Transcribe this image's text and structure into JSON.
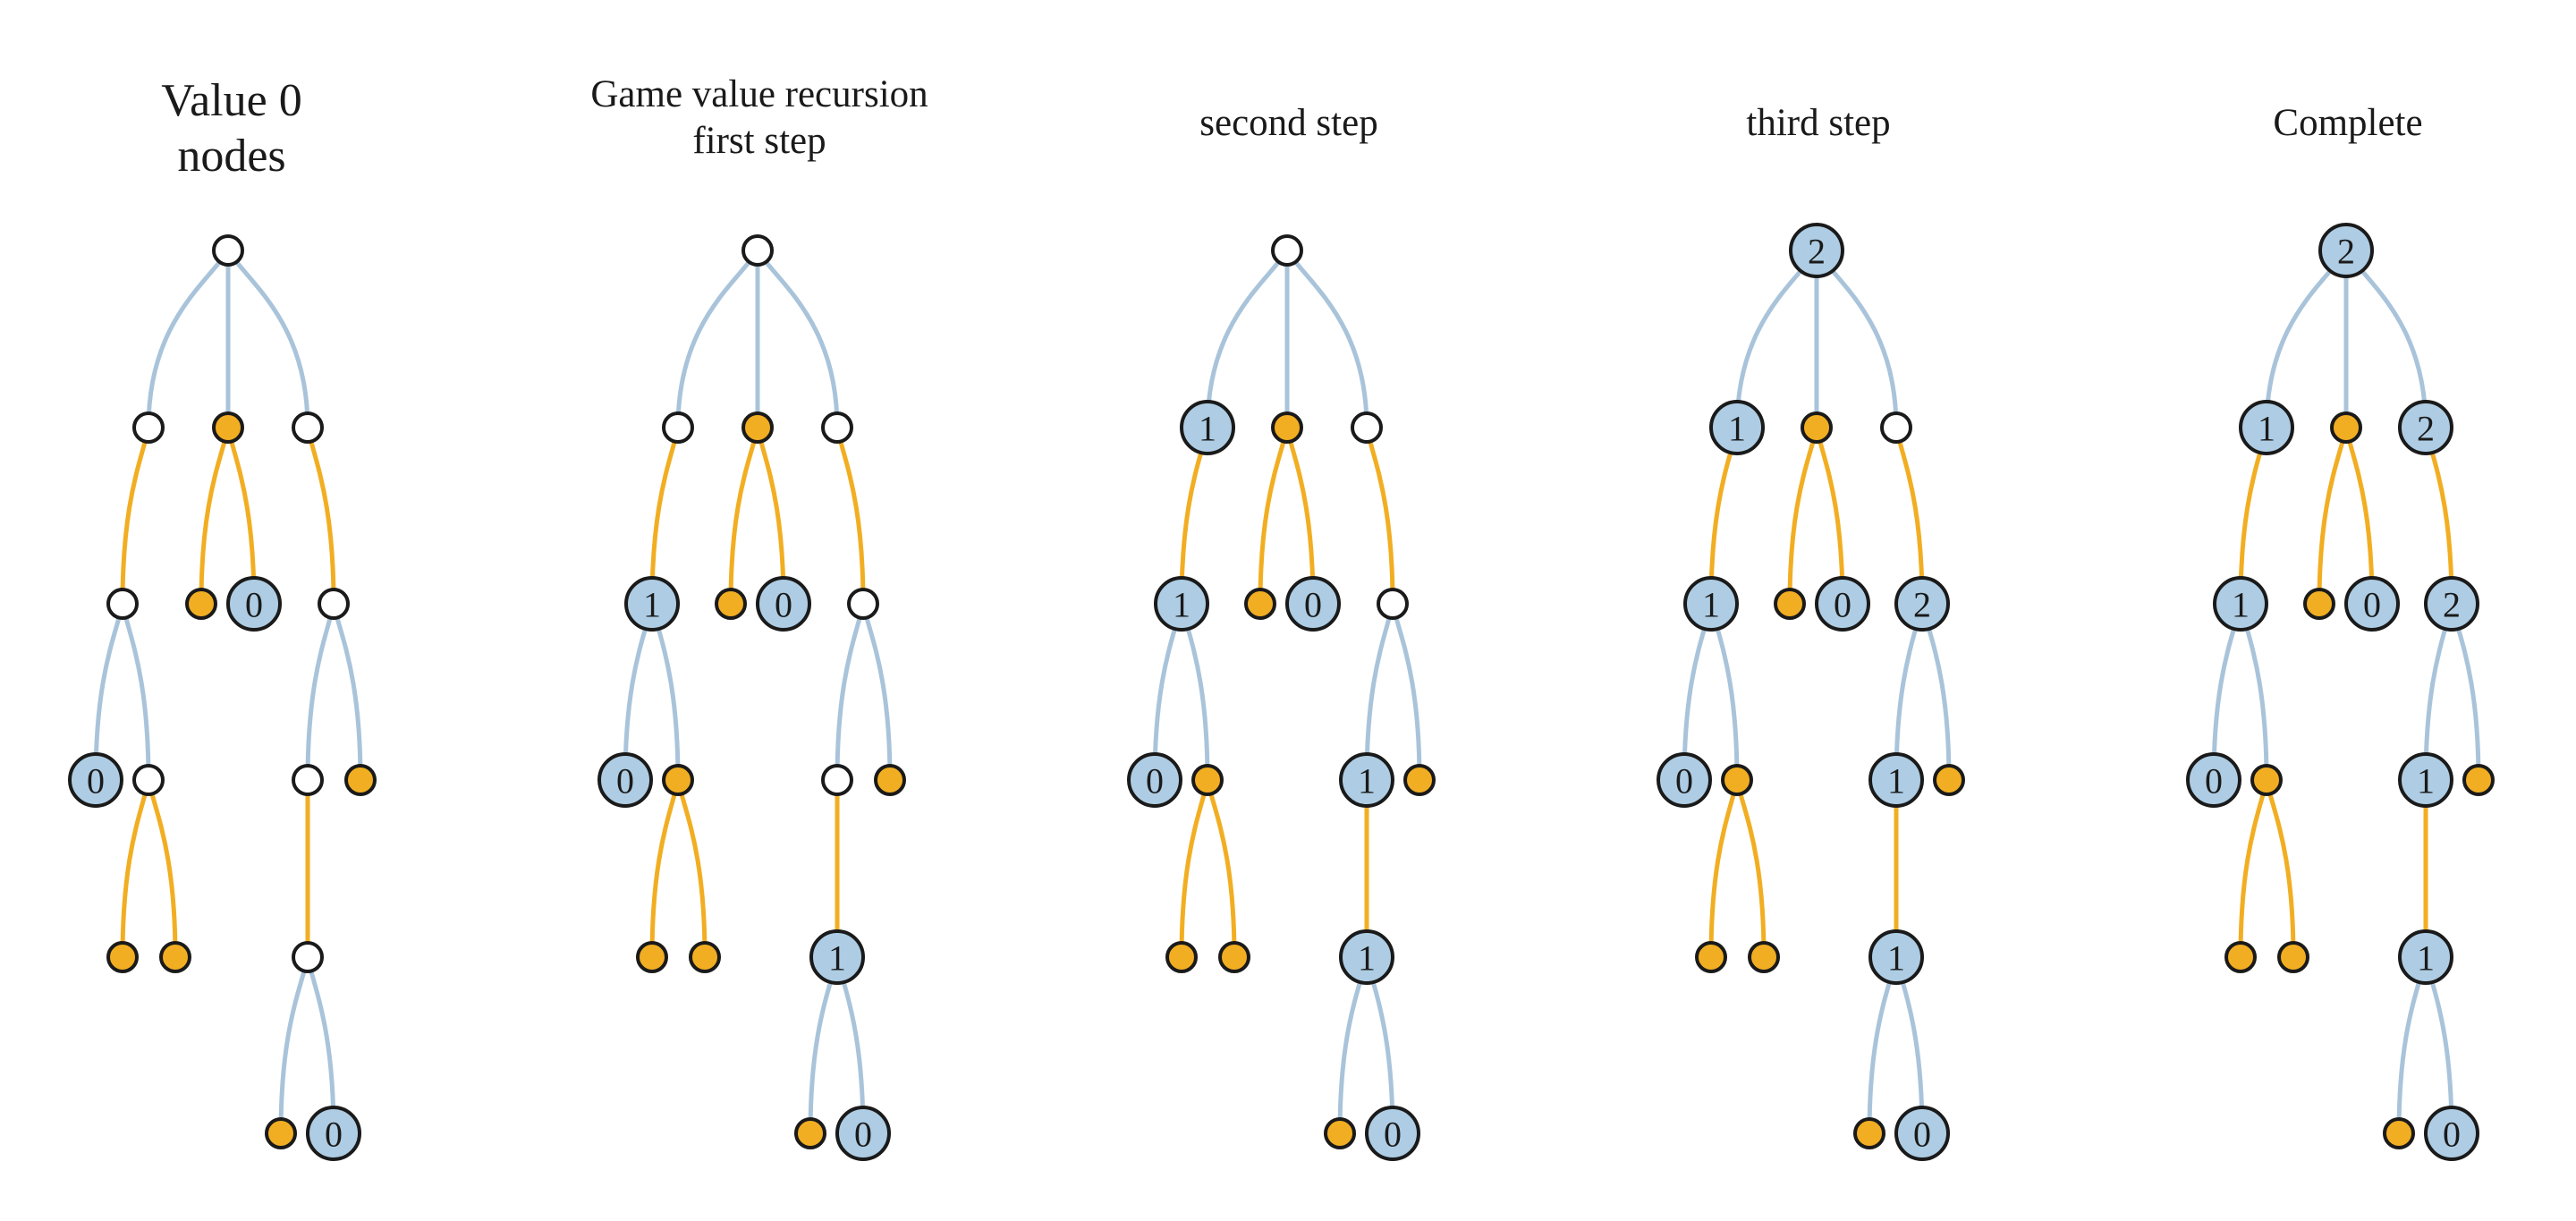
{
  "colors": {
    "blue_edge": "#a9c4da",
    "orange": "#f2ae22",
    "blue_fill": "#aecde4",
    "white_fill": "#ffffff",
    "stroke": "#1a1a1a"
  },
  "panels": [
    {
      "id": "value-0-nodes",
      "title_lines": [
        "Value 0",
        "nodes"
      ],
      "labels": {
        "a": "",
        "b": "",
        "d": "",
        "e": "",
        "f": "",
        "g": "",
        "h": "",
        "i": "",
        "j": "",
        "k": "",
        "l": "",
        "m": "",
        "n": "",
        "o": "",
        "p": "",
        "q": "",
        "r": ""
      },
      "kinds": {
        "a": "open",
        "b": "open",
        "c": "orange",
        "d": "open",
        "e": "open",
        "f": "orange",
        "g": "blue",
        "h": "open",
        "i": "blue",
        "j": "open",
        "k": "open",
        "l": "orange",
        "m": "orange",
        "n": "orange",
        "o": "open",
        "p": "orange",
        "q": "blue"
      },
      "node_text": {
        "g": "0",
        "i": "0",
        "q": "0"
      }
    },
    {
      "id": "first-step",
      "title_lines": [
        "Game value recursion",
        "first step"
      ],
      "kinds": {
        "a": "open",
        "b": "open",
        "c": "orange",
        "d": "open",
        "e": "blue",
        "f": "orange",
        "g": "blue",
        "h": "open",
        "i": "blue",
        "j": "orange",
        "k": "open",
        "l": "orange",
        "m": "orange",
        "n": "orange",
        "o": "blue",
        "p": "orange",
        "q": "blue"
      },
      "node_text": {
        "e": "1",
        "g": "0",
        "i": "0",
        "o": "1",
        "q": "0"
      }
    },
    {
      "id": "second-step",
      "title_lines": [
        "second step"
      ],
      "kinds": {
        "a": "open",
        "b": "blue",
        "c": "orange",
        "d": "open",
        "e": "blue",
        "f": "orange",
        "g": "blue",
        "h": "open",
        "i": "blue",
        "j": "orange",
        "k": "blue",
        "l": "orange",
        "m": "orange",
        "n": "orange",
        "o": "blue",
        "p": "orange",
        "q": "blue"
      },
      "node_text": {
        "b": "1",
        "e": "1",
        "g": "0",
        "i": "0",
        "k": "1",
        "o": "1",
        "q": "0"
      }
    },
    {
      "id": "third-step",
      "title_lines": [
        "third step"
      ],
      "kinds": {
        "a": "blue",
        "b": "blue",
        "c": "orange",
        "d": "open",
        "e": "blue",
        "f": "orange",
        "g": "blue",
        "h": "blue",
        "i": "blue",
        "j": "orange",
        "k": "blue",
        "l": "orange",
        "m": "orange",
        "n": "orange",
        "o": "blue",
        "p": "orange",
        "q": "blue"
      },
      "node_text": {
        "a": "2",
        "b": "1",
        "e": "1",
        "g": "0",
        "h": "2",
        "i": "0",
        "k": "1",
        "o": "1",
        "q": "0"
      }
    },
    {
      "id": "complete",
      "title_lines": [
        "Complete"
      ],
      "kinds": {
        "a": "blue",
        "b": "blue",
        "c": "orange",
        "d": "blue",
        "e": "blue",
        "f": "orange",
        "g": "blue",
        "h": "blue",
        "i": "blue",
        "j": "orange",
        "k": "blue",
        "l": "orange",
        "m": "orange",
        "n": "orange",
        "o": "blue",
        "p": "orange",
        "q": "blue"
      },
      "node_text": {
        "a": "2",
        "b": "1",
        "d": "2",
        "e": "1",
        "g": "0",
        "h": "2",
        "i": "0",
        "k": "1",
        "o": "1",
        "q": "0"
      }
    }
  ]
}
